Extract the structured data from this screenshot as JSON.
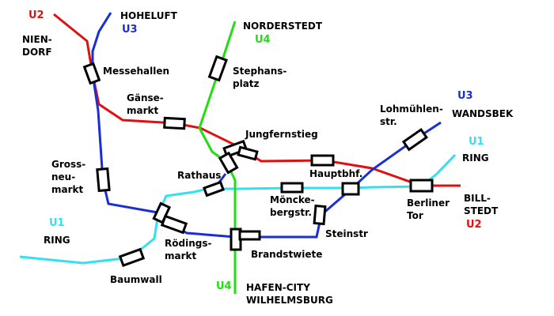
{
  "lines": {
    "u1": {
      "name": "U1",
      "color": "#33e0f0"
    },
    "u2": {
      "name": "U2",
      "color": "#e01010"
    },
    "u3": {
      "name": "U3",
      "color": "#1a2ed6"
    },
    "u4": {
      "name": "U4",
      "color": "#22dd11"
    }
  },
  "terminals": {
    "u2_niendorf": {
      "line": "U2",
      "place": "NIEN-\nDORF"
    },
    "u3_hoheluft": {
      "line": "U3",
      "place": "HOHELUFT"
    },
    "u4_norderstedt": {
      "line": "U4",
      "place": "NORDERSTEDT"
    },
    "u3_wandsbek": {
      "line": "U3",
      "place": "WANDSBEK"
    },
    "u1_ring_east": {
      "line": "U1",
      "place": "RING"
    },
    "u2_billstedt": {
      "line": "U2",
      "place": "BILL-\nSTEDT"
    },
    "u1_ring_west": {
      "line": "U1",
      "place": "RING"
    },
    "u4_hafencity": {
      "line": "U4",
      "place": "HAFEN-CITY\nWILHELMSBURG"
    }
  },
  "stations": {
    "messehallen": "Messehallen",
    "gaensemarkt": "Gänse-\nmarkt",
    "stephansplatz": "Stephans-\nplatz",
    "jungfernstieg": "Jungfernstieg",
    "lohmuehlenstr": "Lohmühlen-\nstr.",
    "grossneumarkt": "Gross-\nneu-\nmarkt",
    "rathaus": "Rathaus",
    "hauptbhf": "Hauptbhf.",
    "moenckebergstr": "Möncke-\nbergstr.",
    "berliner_tor": "Berliner\nTor",
    "steinstr": "Steinstr",
    "roedingsmarkt": "Rödings-\nmarkt",
    "brandstwiete": "Brandstwiete",
    "baumwall": "Baumwall"
  }
}
